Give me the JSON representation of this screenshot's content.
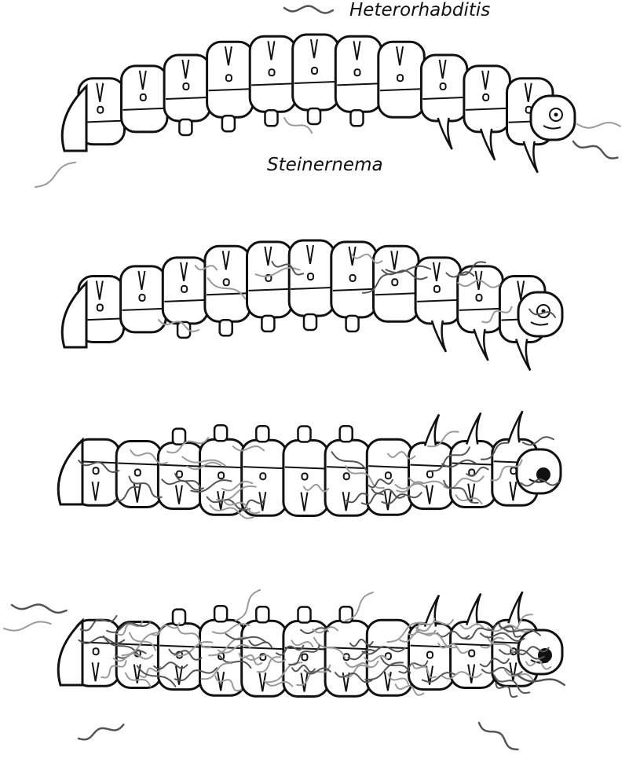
{
  "labels": {
    "heterorhabditis": "Heterorhabditis",
    "steinernema": "Steinernema"
  },
  "panels": [
    {
      "stage": "larva with nematodes approaching",
      "orientation": "upright",
      "infection_level": 0,
      "eye": "open"
    },
    {
      "stage": "nematodes entering larva",
      "orientation": "upright",
      "infection_level": 1,
      "eye": "open"
    },
    {
      "stage": "nematodes multiplying inside larva",
      "orientation": "inverted",
      "infection_level": 2,
      "eye": "dark"
    },
    {
      "stage": "nematodes emerging from cadaver",
      "orientation": "inverted",
      "infection_level": 3,
      "eye": "dark"
    }
  ],
  "colors": {
    "outline": "#111111",
    "nematode": "#555555",
    "nematode_light": "#9a9a9a",
    "body_fill": "#ffffff"
  }
}
